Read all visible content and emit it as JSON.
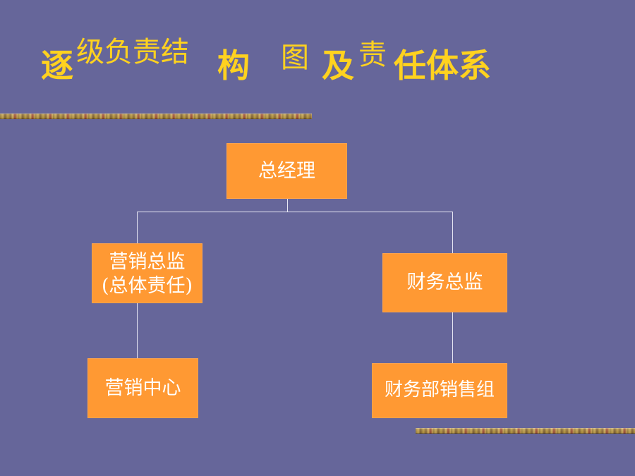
{
  "slide": {
    "title_parts": [
      "逐",
      "级负责结",
      "构",
      "图",
      "及",
      "责",
      "任体系"
    ]
  },
  "org_chart": {
    "top": "总经理",
    "left_mid_line1": "营销总监",
    "left_mid_line2": "(总体责任)",
    "right_mid": "财务总监",
    "left_bottom": "营销中心",
    "right_bottom": "财务部销售组"
  }
}
